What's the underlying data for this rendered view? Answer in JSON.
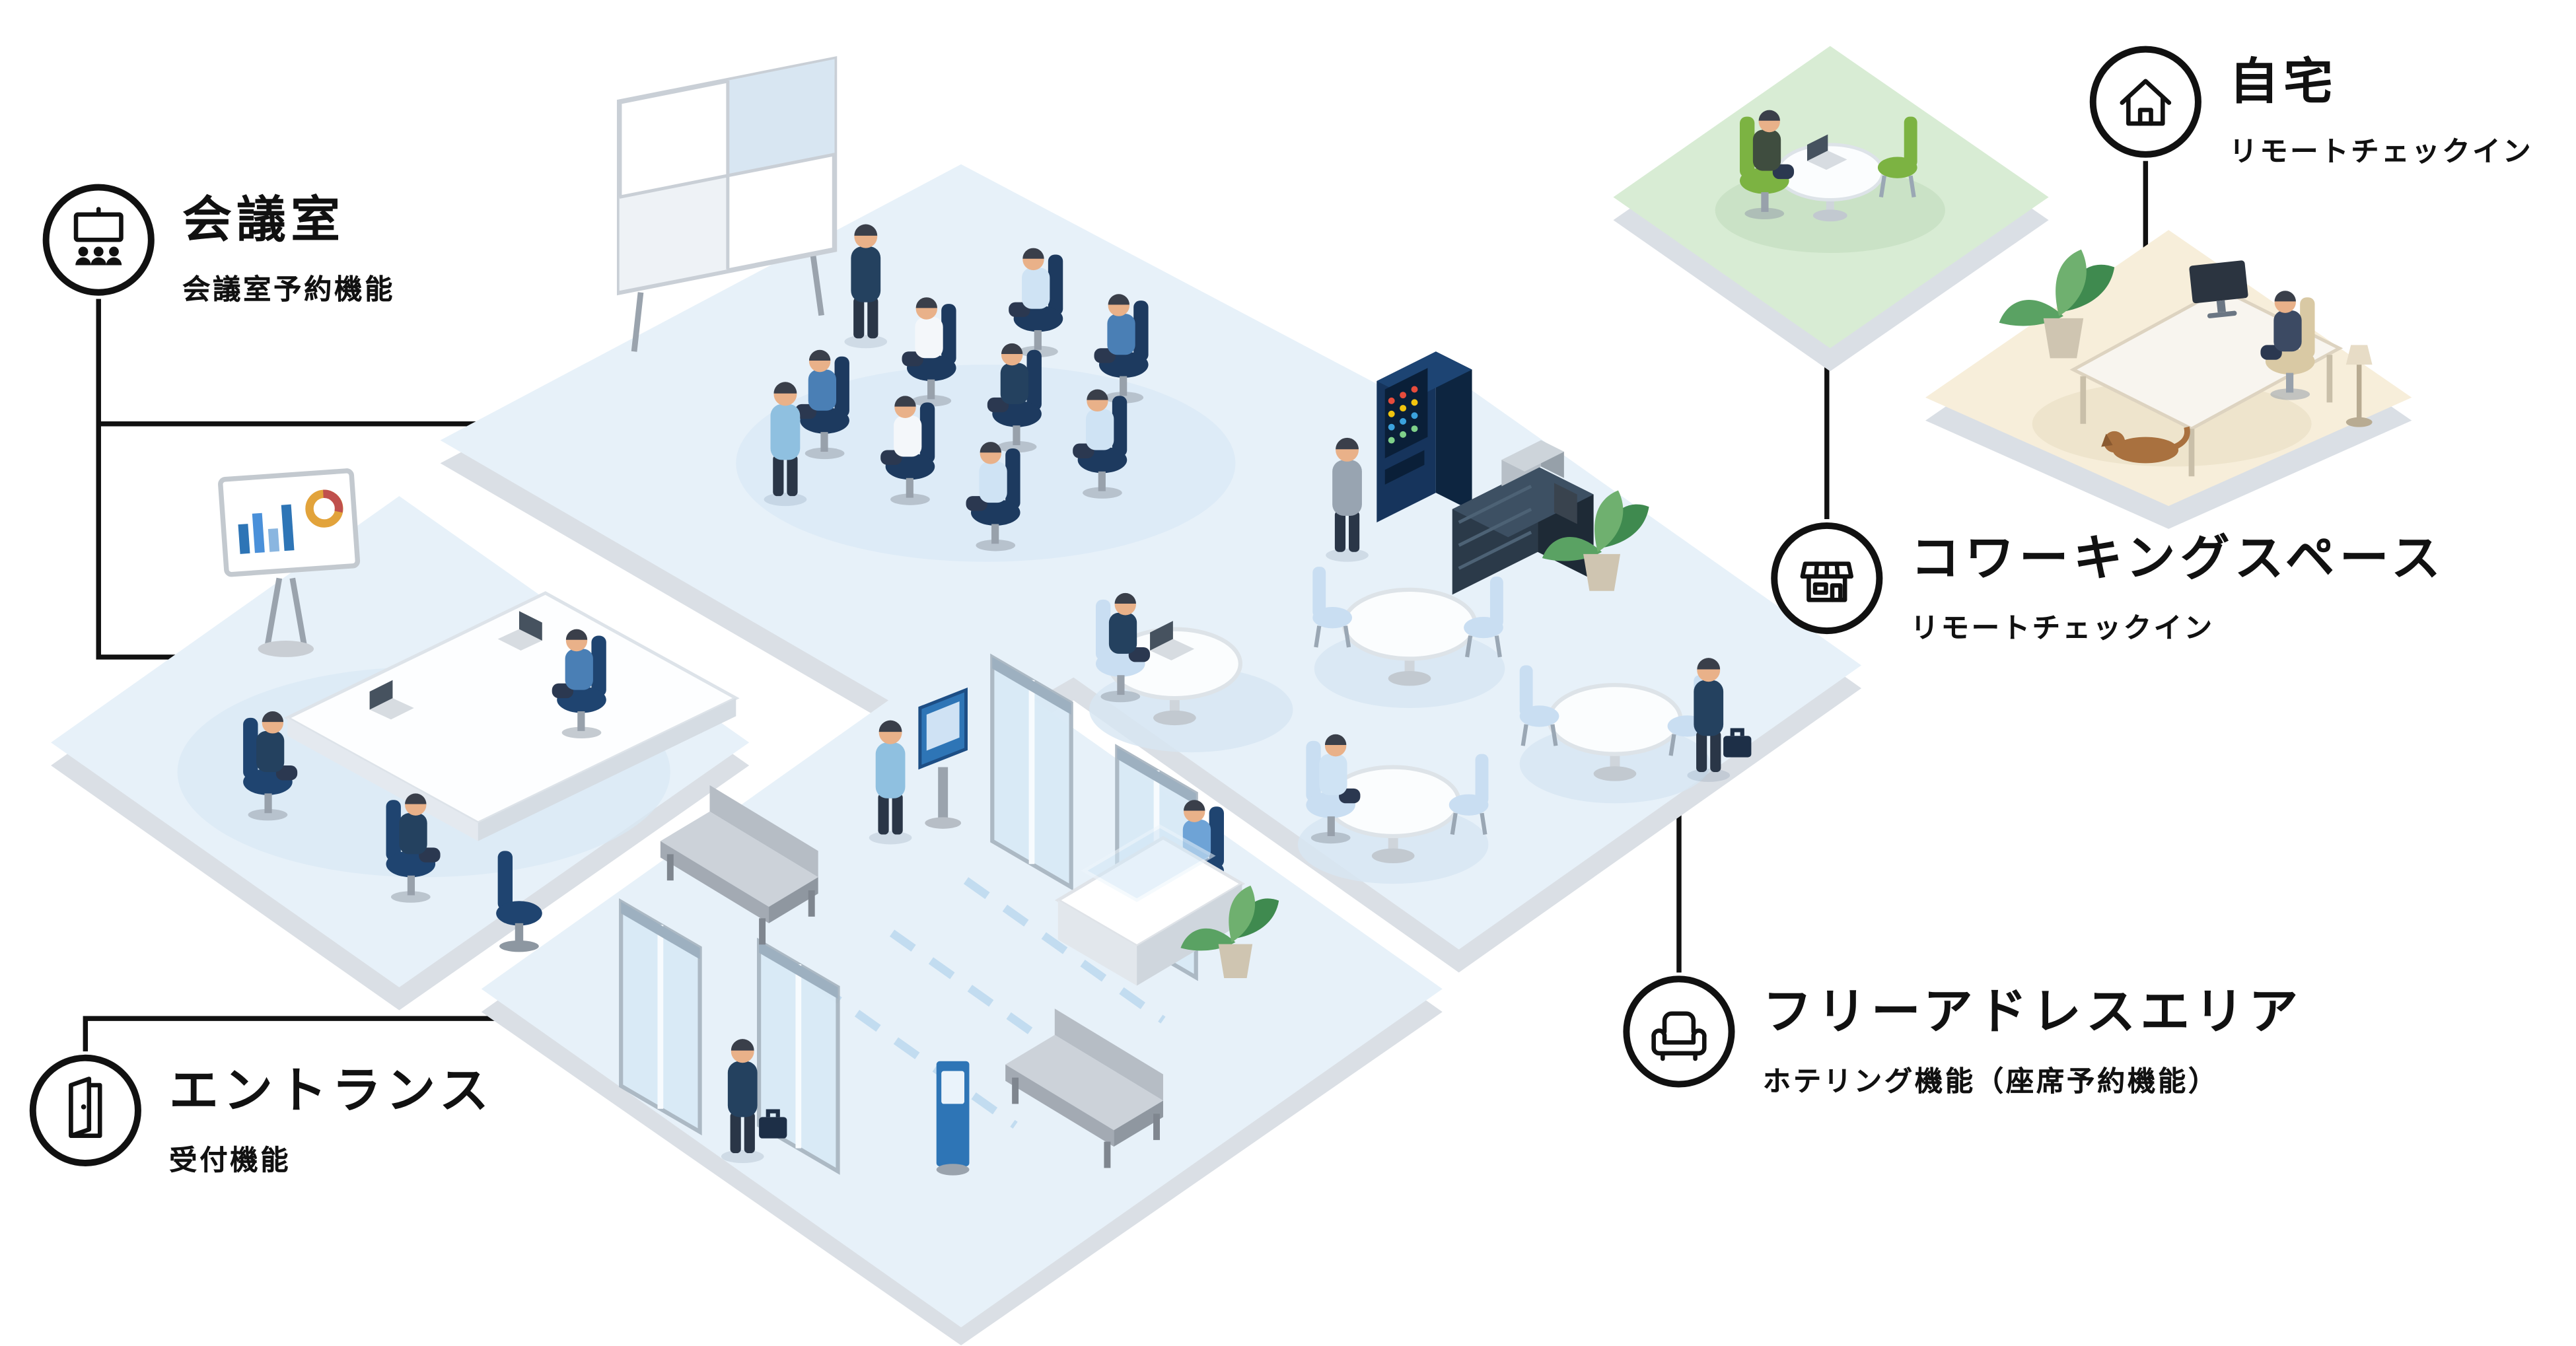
{
  "labels": {
    "meeting_room": {
      "title": "会議室",
      "subtitle": "会議室予約機能",
      "icon": "projector-screen-audience-icon"
    },
    "entrance": {
      "title": "エントランス",
      "subtitle": "受付機能",
      "icon": "open-door-icon"
    },
    "home": {
      "title": "自宅",
      "subtitle": "リモートチェックイン",
      "icon": "house-icon"
    },
    "coworking": {
      "title": "コワーキングスペース",
      "subtitle": "リモートチェックイン",
      "icon": "storefront-icon"
    },
    "free_address": {
      "title": "フリーアドレスエリア",
      "subtitle": "ホテリング機能（座席予約機能）",
      "icon": "armchair-icon"
    }
  },
  "colors": {
    "floor_blue": "#e7f1f9",
    "floor_green": "#d8ecd4",
    "floor_beige": "#f7eeda",
    "plate_shadow": "#dadfe5",
    "navy": "#1d3a5f",
    "accent_blue": "#2e75b6",
    "chair_blue": "#c9def2",
    "chair_green": "#7cb342",
    "line": "#111111"
  }
}
